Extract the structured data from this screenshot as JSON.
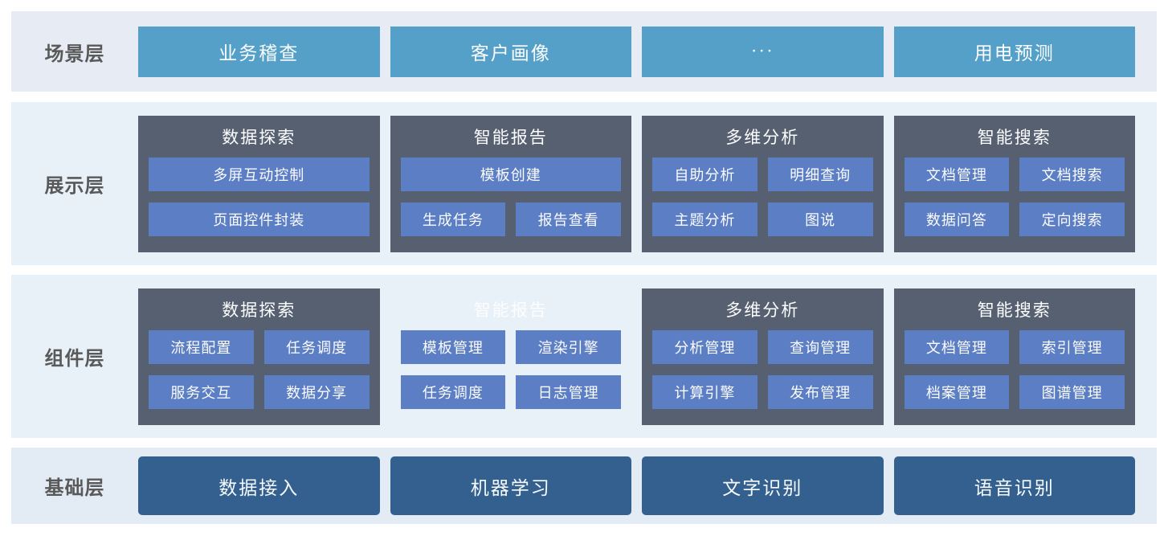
{
  "colors": {
    "scenario_box": "#55a0c8",
    "panel_dark": "#566070",
    "sub_box_blue": "#5c7ec4",
    "foundation_blue": "#33608f",
    "band_bg_light": "#e9f1f8",
    "label_gray": "#595959"
  },
  "layers": [
    {
      "id": "scenario",
      "label": "场景层",
      "buttons": [
        "业务稽查",
        "客户画像",
        "···",
        "用电预测"
      ]
    },
    {
      "id": "display",
      "label": "展示层",
      "panels": [
        {
          "title": "数据探索",
          "dark": true,
          "rows": [
            [
              "多屏互动控制"
            ],
            [
              "页面控件封装"
            ]
          ]
        },
        {
          "title": "智能报告",
          "dark": true,
          "rows": [
            [
              "模板创建"
            ],
            [
              "生成任务",
              "报告查看"
            ]
          ]
        },
        {
          "title": "多维分析",
          "dark": true,
          "rows": [
            [
              "自助分析",
              "明细查询"
            ],
            [
              "主题分析",
              "图说"
            ]
          ]
        },
        {
          "title": "智能搜索",
          "dark": true,
          "rows": [
            [
              "文档管理",
              "文档搜索"
            ],
            [
              "数据问答",
              "定向搜索"
            ]
          ]
        }
      ]
    },
    {
      "id": "component",
      "label": "组件层",
      "panels": [
        {
          "title": "数据探索",
          "dark": true,
          "rows": [
            [
              "流程配置",
              "任务调度"
            ],
            [
              "服务交互",
              "数据分享"
            ]
          ]
        },
        {
          "title": "智能报告",
          "dark": false,
          "rows": [
            [
              "模板管理",
              "渲染引擎"
            ],
            [
              "任务调度",
              "日志管理"
            ]
          ]
        },
        {
          "title": "多维分析",
          "dark": true,
          "rows": [
            [
              "分析管理",
              "查询管理"
            ],
            [
              "计算引擎",
              "发布管理"
            ]
          ]
        },
        {
          "title": "智能搜索",
          "dark": true,
          "rows": [
            [
              "文档管理",
              "索引管理"
            ],
            [
              "档案管理",
              "图谱管理"
            ]
          ]
        }
      ]
    },
    {
      "id": "foundation",
      "label": "基础层",
      "buttons": [
        "数据接入",
        "机器学习",
        "文字识别",
        "语音识别"
      ]
    }
  ]
}
